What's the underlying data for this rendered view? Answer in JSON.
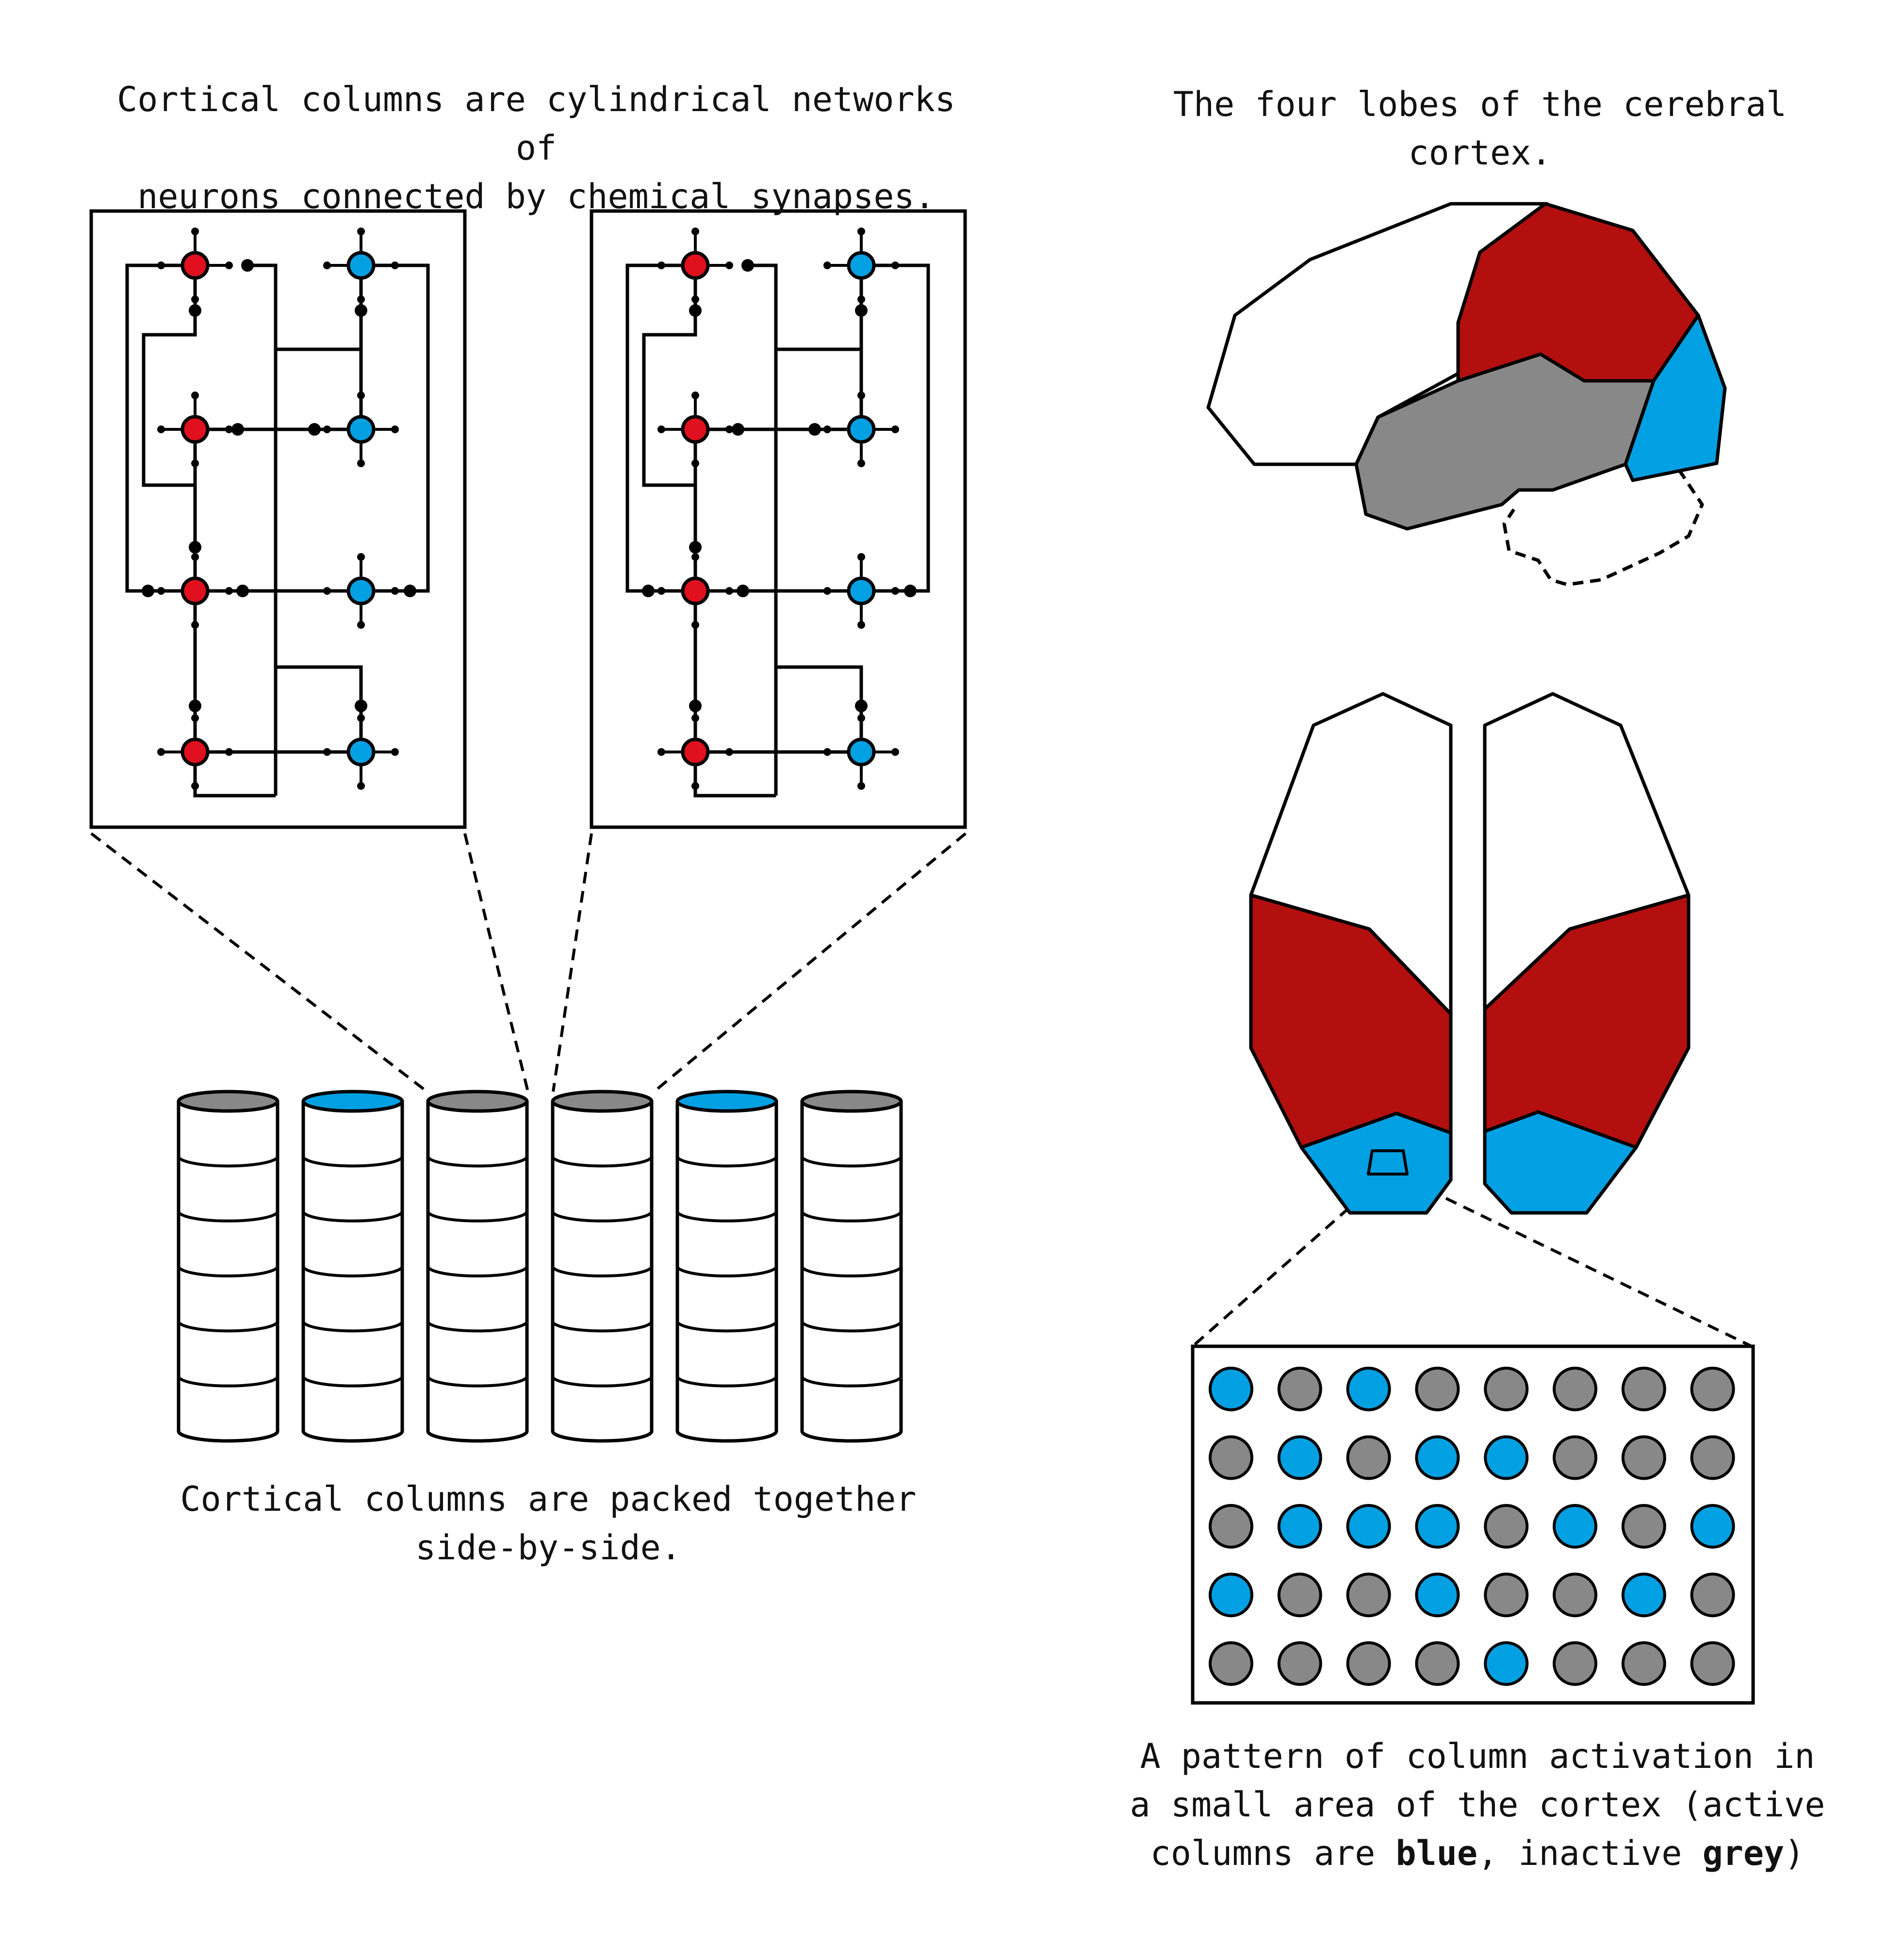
{
  "captions": {
    "columns_line1": "Cortical columns are cylindrical networks of",
    "columns_line2": "neurons connected by chemical synapses.",
    "lobes": "The four lobes of the cerebral cortex.",
    "packed_line1": "Cortical columns are packed together",
    "packed_line2": "side-by-side.",
    "pattern_line1": "A pattern of column activation in",
    "pattern_line2": "a small area of the cortex (active",
    "pattern_line3_a": "columns are ",
    "pattern_line3_blue": "blue",
    "pattern_line3_b": ", inactive ",
    "pattern_line3_grey": "grey",
    "pattern_line3_c": ")"
  },
  "colors": {
    "red": "#e0101e",
    "dark_red": "#b30f0f",
    "blue": "#00a0e3",
    "grey": "#888888",
    "black": "#000000",
    "white": "#ffffff"
  },
  "cylinders": {
    "top_states": [
      "grey",
      "blue",
      "grey",
      "grey",
      "blue",
      "grey"
    ],
    "segments": 6
  },
  "activation_grid": {
    "rows": [
      [
        "blue",
        "grey",
        "blue",
        "grey",
        "grey",
        "grey",
        "grey",
        "grey"
      ],
      [
        "grey",
        "blue",
        "grey",
        "blue",
        "blue",
        "grey",
        "grey",
        "grey"
      ],
      [
        "grey",
        "blue",
        "blue",
        "blue",
        "grey",
        "blue",
        "grey",
        "blue"
      ],
      [
        "blue",
        "grey",
        "grey",
        "blue",
        "grey",
        "grey",
        "blue",
        "grey"
      ],
      [
        "grey",
        "grey",
        "grey",
        "grey",
        "blue",
        "grey",
        "grey",
        "grey"
      ]
    ]
  },
  "lobes": {
    "frontal": "white",
    "parietal": "dark_red",
    "temporal": "grey",
    "occipital": "blue"
  }
}
